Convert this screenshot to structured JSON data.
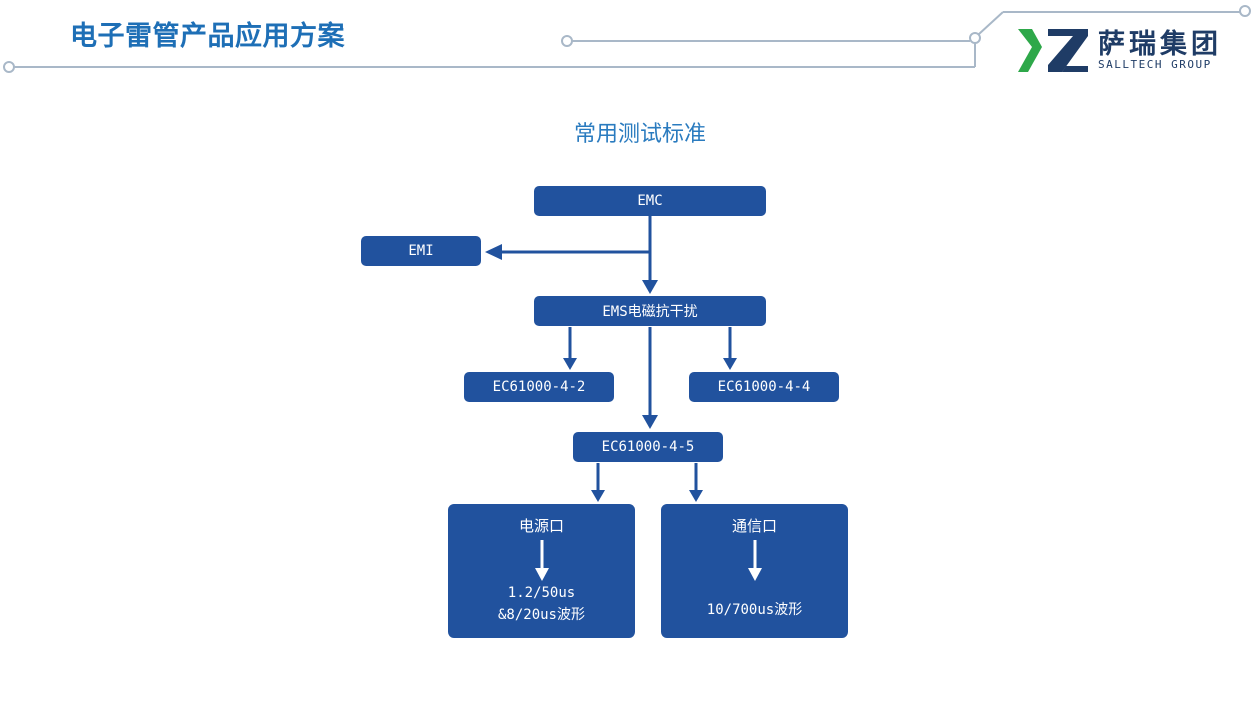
{
  "header": {
    "title": "电子雷管产品应用方案"
  },
  "logo": {
    "name_cn": "萨瑞集团",
    "name_en": "SALLTECH GROUP"
  },
  "diagram": {
    "title": "常用测试标准",
    "emc": "EMC",
    "emi": "EMI",
    "ems": "EMS电磁抗干扰",
    "iec_4_2": "EC61000-4-2",
    "iec_4_4": "EC61000-4-4",
    "iec_4_5": "EC61000-4-5",
    "power_port": {
      "title": "电源口",
      "line1": "1.2/50us",
      "line2": "&8/20us波形"
    },
    "comm_port": {
      "title": "通信口",
      "line1": "10/700us波形"
    }
  },
  "colors": {
    "node": "#21529e",
    "header": "#1e6fb6",
    "line": "#a9b8c8"
  }
}
